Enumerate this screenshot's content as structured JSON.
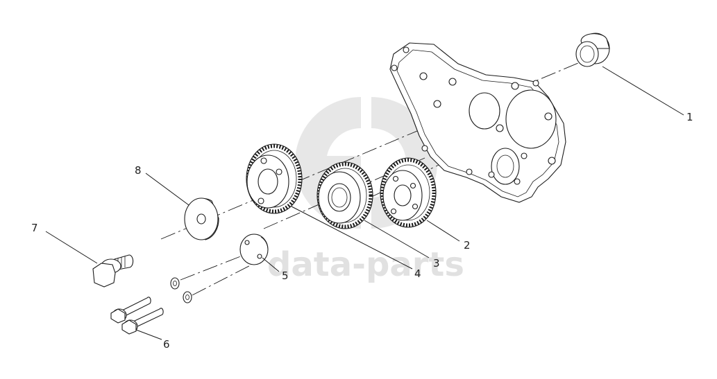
{
  "watermark": {
    "text": "data-parts",
    "color": "#c9c9c9"
  },
  "callouts": [
    {
      "id": "1",
      "label": "1",
      "part": "plug"
    },
    {
      "id": "2",
      "label": "2",
      "part": "gear-right"
    },
    {
      "id": "3",
      "label": "3",
      "part": "gear-middle"
    },
    {
      "id": "4",
      "label": "4",
      "part": "gear-left"
    },
    {
      "id": "5",
      "label": "5",
      "part": "plate"
    },
    {
      "id": "6",
      "label": "6",
      "part": "bolts"
    },
    {
      "id": "7",
      "label": "7",
      "part": "flange-bolt"
    },
    {
      "id": "8",
      "label": "8",
      "part": "washer"
    }
  ]
}
